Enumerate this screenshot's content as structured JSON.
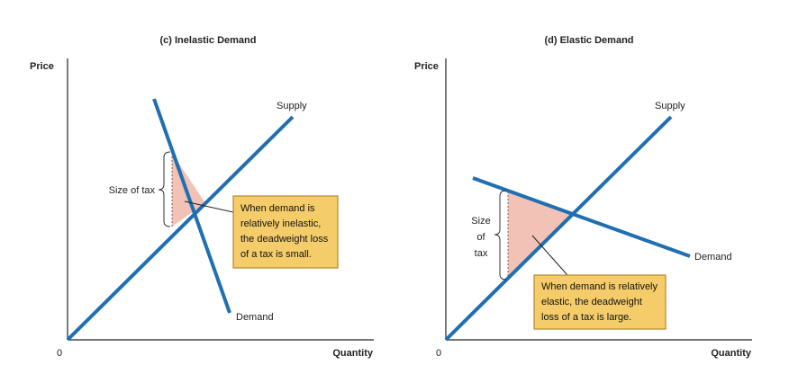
{
  "panels": [
    {
      "title": "(c) Inelastic Demand",
      "y_axis_label": "Price",
      "x_axis_label": "Quantity",
      "origin_label": "0",
      "supply_label": "Supply",
      "demand_label": "Demand",
      "tax_label": "Size of tax",
      "callout_lines": [
        "When demand is",
        "relatively inelastic,",
        "the deadweight loss",
        "of a tax is small."
      ]
    },
    {
      "title": "(d) Elastic Demand",
      "y_axis_label": "Price",
      "x_axis_label": "Quantity",
      "origin_label": "0",
      "supply_label": "Supply",
      "demand_label": "Demand",
      "tax_label_lines": [
        "Size",
        "of",
        "tax"
      ],
      "callout_lines": [
        "When demand is relatively",
        "elastic, the deadweight",
        "loss of a tax is large."
      ]
    }
  ],
  "colors": {
    "curve": "#1f6fb2",
    "axis": "#222222",
    "triangle": "#f3c2b6",
    "callout_fill": "#f5cc6a",
    "callout_border": "#b8862a"
  }
}
